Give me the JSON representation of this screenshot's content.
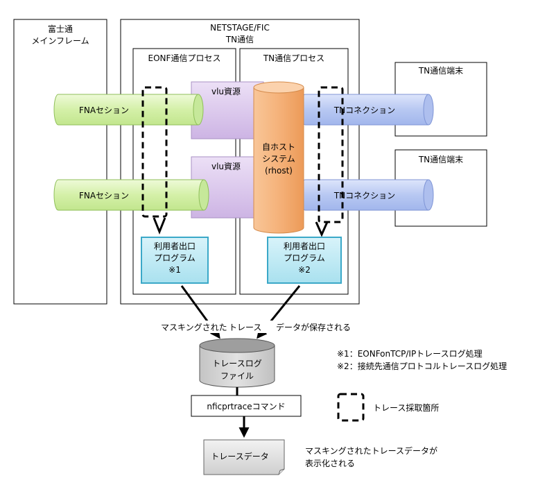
{
  "mainframe": {
    "line1": "富士通",
    "line2": "メインフレーム"
  },
  "netstage": {
    "line1": "NETSTAGE/FIC",
    "line2": "TN通信"
  },
  "eonf_process": {
    "label": "EONF通信プロセス"
  },
  "tn_process": {
    "label": "TN通信プロセス"
  },
  "terminal_1": {
    "label": "TN通信端末"
  },
  "terminal_2": {
    "label": "TN通信端末"
  },
  "fna_session_1": {
    "label": "FNAセション"
  },
  "fna_session_2": {
    "label": "FNAセション"
  },
  "vlu_resource_1": {
    "label": "vlu資源"
  },
  "vlu_resource_2": {
    "label": "vlu資源"
  },
  "rhost": {
    "line1": "自ホスト",
    "line2": "システム",
    "line3": "(rhost)"
  },
  "tn_connection_1": {
    "label": "TNコネクション"
  },
  "tn_connection_2": {
    "label": "TNコネクション"
  },
  "exit_program_1": {
    "line1": "利用者出口",
    "line2": "プログラム",
    "line3": "※1"
  },
  "exit_program_2": {
    "line1": "利用者出口",
    "line2": "プログラム",
    "line3": "※2"
  },
  "masked_saved_label": {
    "part1": "マスキングされた",
    "part2": "トレース",
    "part3": "データが保存される"
  },
  "trace_log_file": {
    "line1": "トレースログ",
    "line2": "ファイル"
  },
  "command": {
    "label": "nficprtraceコマンド"
  },
  "trace_data": {
    "label": "トレースデータ"
  },
  "masked_display_label": {
    "line1": "マスキングされたトレースデータが",
    "line2": "表示化される"
  },
  "notes": {
    "note1": "※1：EONFonTCP/IPトレースログ処理",
    "note2": "※2：接続先通信プロトコルトレースログ処理"
  },
  "legend": {
    "label": "トレース採取箇所"
  },
  "colors": {
    "fna_cylinder": "#d4f0a8",
    "vlu_box": "#dcc8ec",
    "rhost_cylinder": "#f5b27a",
    "tn_cylinder": "#b8c8f2",
    "exit_program_fill": "#bfeaf4",
    "exit_program_border": "#3aa8c8",
    "db_cylinder": "#d6d6d6"
  }
}
